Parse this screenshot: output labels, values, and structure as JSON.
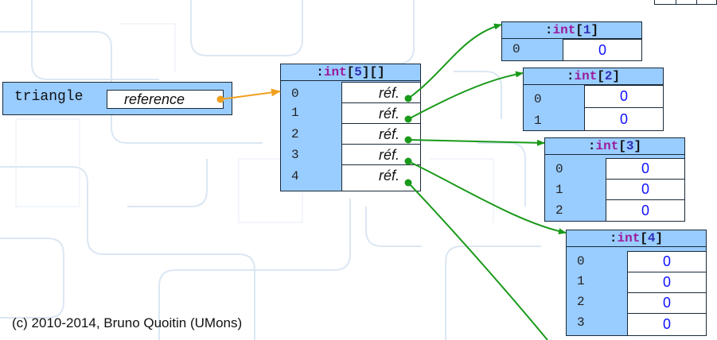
{
  "variable": {
    "name": "triangle",
    "value": "reference"
  },
  "outer_array": {
    "header": {
      "colon": ":",
      "type": "int",
      "open": "[",
      "size": "5",
      "close": "]",
      "extra": "[]"
    },
    "rows": [
      {
        "index": "0",
        "value": "réf."
      },
      {
        "index": "1",
        "value": "réf."
      },
      {
        "index": "2",
        "value": "réf."
      },
      {
        "index": "3",
        "value": "réf."
      },
      {
        "index": "4",
        "value": "réf."
      }
    ]
  },
  "inner_arrays": [
    {
      "header": {
        "colon": ":",
        "type": "int",
        "open": "[",
        "size": "1",
        "close": "]"
      },
      "rows": [
        {
          "index": "0",
          "value": "0"
        }
      ]
    },
    {
      "header": {
        "colon": ":",
        "type": "int",
        "open": "[",
        "size": "2",
        "close": "]"
      },
      "rows": [
        {
          "index": "0",
          "value": "0"
        },
        {
          "index": "1",
          "value": "0"
        }
      ]
    },
    {
      "header": {
        "colon": ":",
        "type": "int",
        "open": "[",
        "size": "3",
        "close": "]"
      },
      "rows": [
        {
          "index": "0",
          "value": "0"
        },
        {
          "index": "1",
          "value": "0"
        },
        {
          "index": "2",
          "value": "0"
        }
      ]
    },
    {
      "header": {
        "colon": ":",
        "type": "int",
        "open": "[",
        "size": "4",
        "close": "]"
      },
      "rows": [
        {
          "index": "0",
          "value": "0"
        },
        {
          "index": "1",
          "value": "0"
        },
        {
          "index": "2",
          "value": "0"
        },
        {
          "index": "3",
          "value": "0"
        }
      ]
    }
  ],
  "footer": {
    "copyright": "(c) 2010-2014, Bruno Quoitin (UMons)"
  },
  "colors": {
    "box_fill": "#99ccff",
    "reference_arrow": "#f0a020",
    "element_arrow": "#1a9a1a",
    "value_text": "#1010ff",
    "keyword": "#9a1a9a"
  }
}
